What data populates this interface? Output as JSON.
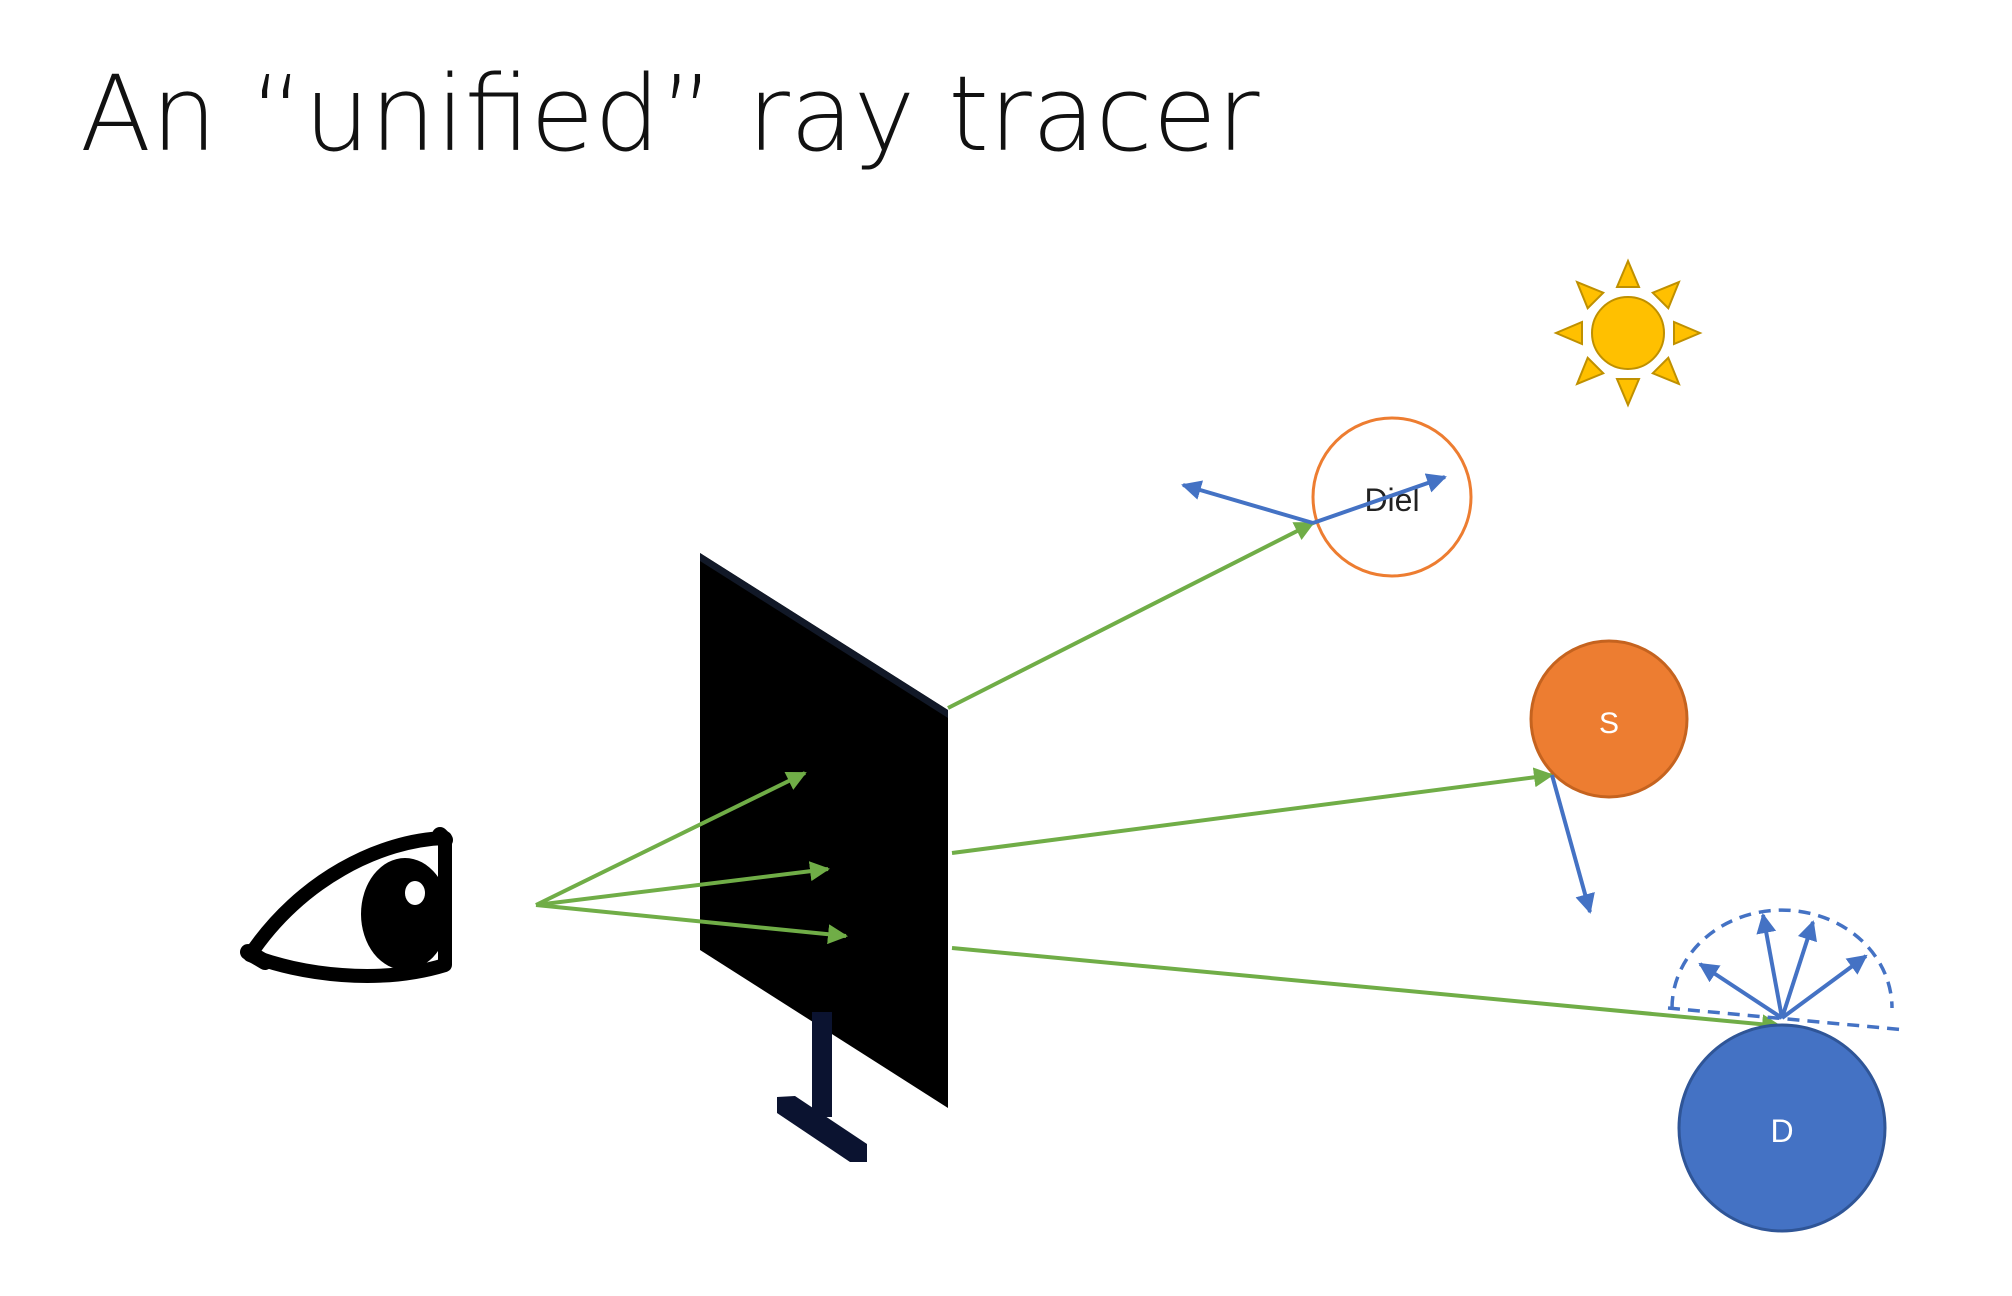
{
  "slide": {
    "title": "An “unified” ray tracer"
  },
  "objects": {
    "dielectric": {
      "label": "Diel",
      "stroke": "#ED7D31",
      "fill": "#ffffff"
    },
    "specular": {
      "label": "S",
      "fill": "#ED7D31",
      "stroke": "#C5631F"
    },
    "diffuse": {
      "label": "D",
      "fill": "#4472C4",
      "stroke": "#2F5597"
    }
  },
  "icons": {
    "eye": "eye-icon",
    "screen": "monitor-screen",
    "light": "sun-icon"
  },
  "colors": {
    "primary_ray": "#70AD47",
    "secondary_ray": "#4472C4",
    "sun": "#FFC000",
    "sun_outline": "#BF9000",
    "screen": "#000000",
    "text": "#111111"
  }
}
